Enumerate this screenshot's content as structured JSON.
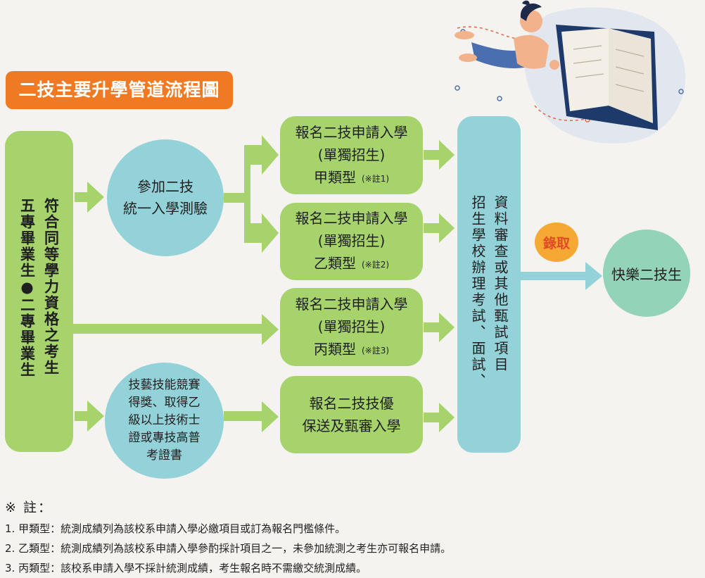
{
  "title": "二技主要升學管道流程圖",
  "left_box": {
    "line1": "五專畢業生●二專畢業生",
    "line2": "符合同等學力資格之考生"
  },
  "circle_exam": {
    "line1": "參加二技",
    "line2": "統一入學測驗"
  },
  "circle_skills": {
    "lines": [
      "技藝技能競賽",
      "得獎、取得乙",
      "級以上技術士",
      "證或專技高普",
      "考證書"
    ]
  },
  "boxes": [
    {
      "line1": "報名二技申請入學",
      "line2": "(單獨招生)",
      "type": "甲類型",
      "note": "(※註1)"
    },
    {
      "line1": "報名二技申請入學",
      "line2": "(單獨招生)",
      "type": "乙類型",
      "note": "(※註2)"
    },
    {
      "line1": "報名二技申請入學",
      "line2": "(單獨招生)",
      "type": "丙類型",
      "note": "(※註3)"
    }
  ],
  "box_skills": {
    "line1": "報名二技技優",
    "line2": "保送及甄審入學"
  },
  "right_box": {
    "line1": "招生學校辦理考試、面試、",
    "line2": "資料審查或其他甄試項目"
  },
  "admit_label": "錄取",
  "final_label": "快樂二技生",
  "notes": {
    "title": "※ 註：",
    "items": [
      "1. 甲類型：統測成績列為該校系申請入學必繳項目或訂為報名門檻條件。",
      "2. 乙類型：統測成績列為該校系申請入學參酌採計項目之一，未參加統測之考生亦可報名申請。",
      "3. 丙類型：該校系申請入學不採計統測成績，考生報名時不需繳交統測成績。"
    ]
  },
  "colors": {
    "title_bg": "#ef7a23",
    "green": "#a6d36b",
    "cyan": "#93d2d8",
    "teal": "#93d3b7",
    "admit": "#f5a934"
  }
}
